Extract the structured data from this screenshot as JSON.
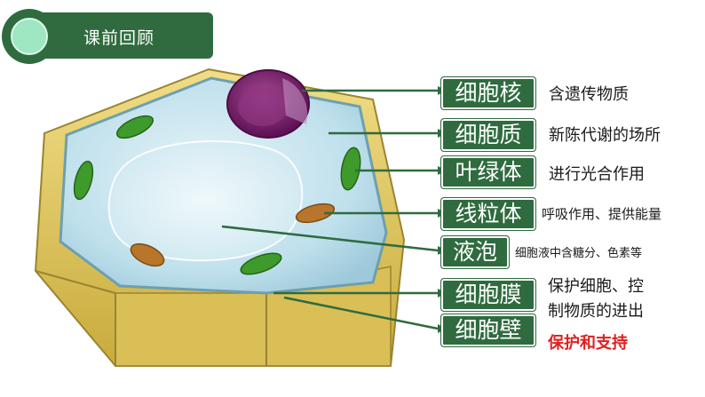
{
  "header": {
    "title": "课前回顾"
  },
  "labels": [
    {
      "name": "细胞核",
      "desc": "含遗传物质"
    },
    {
      "name": "细胞质",
      "desc": "新陈代谢的场所"
    },
    {
      "name": "叶绿体",
      "desc": "进行光合作用"
    },
    {
      "name": "线粒体",
      "desc": "呼吸作用、提供能量"
    },
    {
      "name": "液泡",
      "desc": "细胞液中含糖分、色素等"
    },
    {
      "name": "细胞膜",
      "desc_line1": "保护细胞、控",
      "desc_line2": "制物质的进出"
    },
    {
      "name": "细胞壁",
      "desc": "保护和支持"
    }
  ],
  "colors": {
    "label_bg": "#2f6b3f",
    "cell_wall": "#e3cf6a",
    "cytoplasm": "#bfe3ef",
    "vacuole": "#dff1f7",
    "nucleus": "#7a1f6a",
    "chloroplast": "#3f9a2c",
    "mitochondria": "#b7762b",
    "emphasis": "#e02020"
  }
}
